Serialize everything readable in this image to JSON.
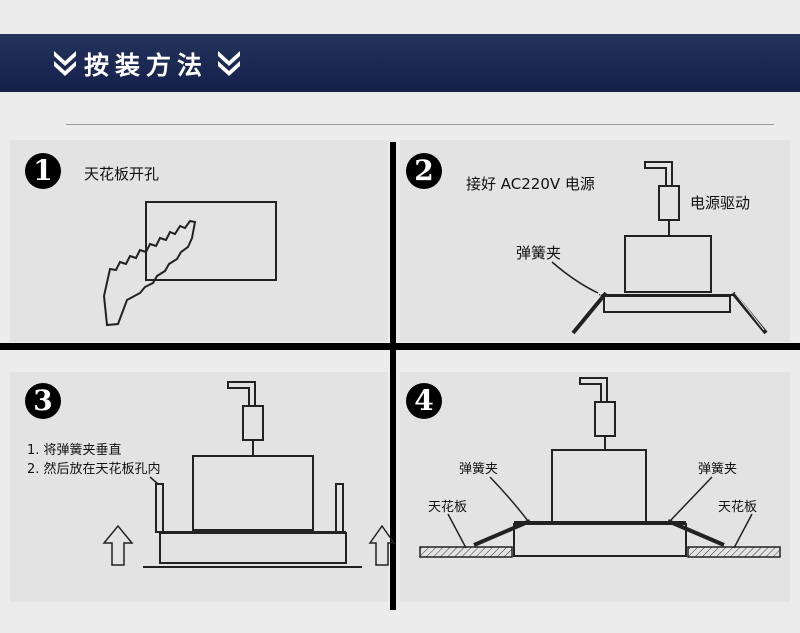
{
  "header": {
    "title": "按装方法"
  },
  "icons": {
    "header_left": "double-chevron-down-icon",
    "header_right": "double-chevron-down-icon"
  },
  "colors": {
    "header": "#1b2850",
    "background": "#ececec",
    "line": "#222222"
  },
  "panels": [
    {
      "number": "1",
      "labels": [
        "天花板开孔"
      ]
    },
    {
      "number": "2",
      "labels": [
        "接好 AC220V 电源",
        "电源驱动",
        "弹簧夹"
      ]
    },
    {
      "number": "3",
      "labels": [
        "1. 将弹簧夹垂直",
        "2. 然后放在天花板孔内"
      ]
    },
    {
      "number": "4",
      "labels": [
        "弹簧夹",
        "弹簧夹",
        "天花板",
        "天花板"
      ]
    }
  ]
}
